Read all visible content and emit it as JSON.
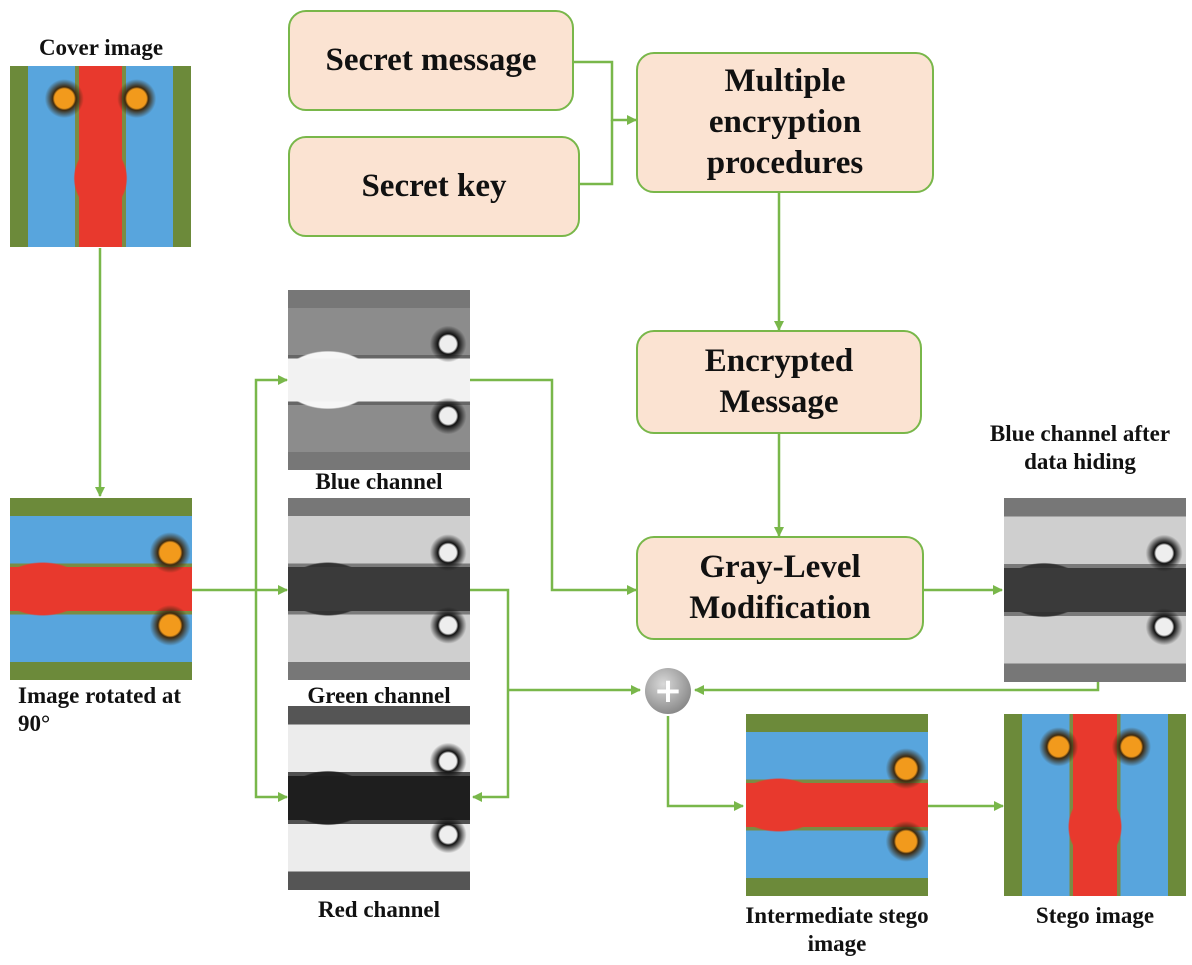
{
  "boxes": {
    "secret_message": "Secret message",
    "secret_key": "Secret key",
    "multiple_encryption": "Multiple encryption procedures",
    "encrypted_message": "Encrypted Message",
    "gray_level_modification": "Gray-Level Modification"
  },
  "labels": {
    "cover_image": "Cover image",
    "image_rotated": "Image rotated at 90°",
    "blue_channel": "Blue channel",
    "green_channel": "Green channel",
    "red_channel": "Red channel",
    "blue_after_hiding": "Blue channel after data hiding",
    "intermediate_stego": "Intermediate stego image",
    "stego_image": "Stego image"
  },
  "icons": {
    "combine": "plus-icon"
  },
  "colors": {
    "box_fill": "#fbe3d2",
    "box_border": "#79b74a",
    "arrow": "#79b74a"
  }
}
